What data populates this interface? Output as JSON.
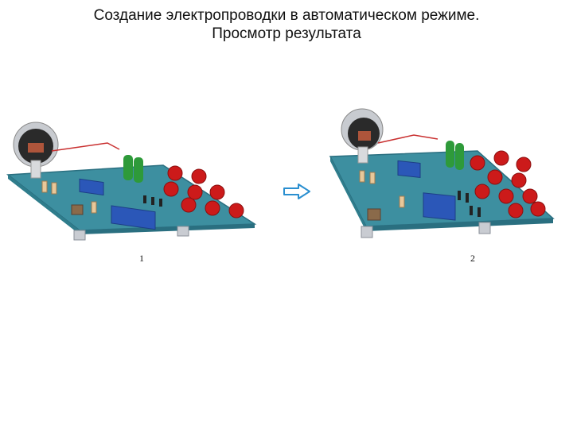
{
  "slide": {
    "title_line1": "Создание электропроводки в автоматическом режиме.",
    "title_line2": "Просмотр результата"
  },
  "figures": [
    {
      "number": "1"
    },
    {
      "number": "2"
    }
  ],
  "colors": {
    "pcb": "#3d8fa0",
    "pcb_edge": "#2a6f80",
    "led": "#cc1a1a",
    "chip": "#2b57b8",
    "capacitor": "#2e9a3a",
    "arrow": "#2a8fd0",
    "wire": "#c93030"
  },
  "icons": {
    "arrow": "hollow-right-arrow"
  }
}
